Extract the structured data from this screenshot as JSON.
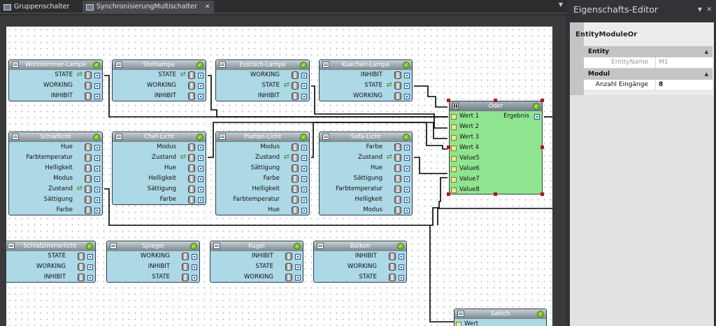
{
  "tabs": [
    {
      "label": "Gruppenschalter",
      "active": false
    },
    {
      "label": "SynchronisierungMultischalter",
      "active": true,
      "close": "✕"
    }
  ],
  "tab_dropdown": "▼",
  "nodes": {
    "wohnzimmer": {
      "title": "Wohnzimmer-Lampe",
      "rows": [
        "STATE",
        "WORKING",
        "INHIBIT"
      ]
    },
    "stehlampe": {
      "title": "Stehlampe",
      "rows": [
        "STATE",
        "WORKING",
        "INHIBIT"
      ]
    },
    "esstisch": {
      "title": "Esstisch-Lampe",
      "rows": [
        "WORKING",
        "STATE",
        "INHIBIT"
      ]
    },
    "kuechen": {
      "title": "Kuechen-Lampe",
      "rows": [
        "INHIBIT",
        "STATE",
        "WORKING"
      ]
    },
    "schlaflicht": {
      "title": "Schlaflicht",
      "rows": [
        "Hue",
        "Farbtemperatur",
        "Helligkeit",
        "Modus",
        "Zustand",
        "Sättigung",
        "Farbe"
      ]
    },
    "chef": {
      "title": "Chef-Licht",
      "rows": [
        "Modus",
        "Zustand",
        "Hue",
        "Helligkeit",
        "Sättigung",
        "Farbe"
      ]
    },
    "platten": {
      "title": "Platten-Licht",
      "rows": [
        "Modus",
        "Zustand",
        "Sättigung",
        "Farbe",
        "Helligkeit",
        "Farbtemperatur",
        "Hue"
      ]
    },
    "sofa": {
      "title": "Sofa-Licht",
      "rows": [
        "Farbe",
        "Zustand",
        "Hue",
        "Sättigung",
        "Farbtemperatur",
        "Helligkeit",
        "Modus"
      ]
    },
    "schlafzimmer": {
      "title": "Schlafzimmerlicht",
      "rows": [
        "STATE",
        "WORKING",
        "INHIBIT"
      ]
    },
    "spiegel": {
      "title": "Spiegel",
      "rows": [
        "WORKING",
        "INHIBIT",
        "STATE"
      ]
    },
    "kugel": {
      "title": "Kugel",
      "rows": [
        "INHIBIT",
        "STATE",
        "WORKING"
      ]
    },
    "balkon": {
      "title": "Balkon",
      "rows": [
        "INHIBIT",
        "WORKING",
        "STATE"
      ]
    }
  },
  "oder": {
    "title": "Oder",
    "inputs": [
      "Wert 1",
      "Wert 2",
      "Wert 3",
      "Wert 4",
      "Value5",
      "Value6",
      "Value7",
      "Value8"
    ],
    "output": "Ergebnis"
  },
  "switch": {
    "title": "Switch",
    "input": "Wert"
  },
  "check_glyph": "✓",
  "sync_glyph": "⇄",
  "panel": {
    "title": "Eigenschafts-Editor",
    "pin": "▼",
    "close": "✕",
    "entity_type": "EntityModuleOr",
    "categories": [
      {
        "name": "Entity",
        "collapse": "▲",
        "props": [
          {
            "name": "EntityName",
            "value": "M1",
            "disabled": true
          }
        ]
      },
      {
        "name": "Modul",
        "collapse": "▲",
        "props": [
          {
            "name": "Anzahl Eingänge",
            "value": "8",
            "disabled": false
          }
        ]
      }
    ]
  }
}
